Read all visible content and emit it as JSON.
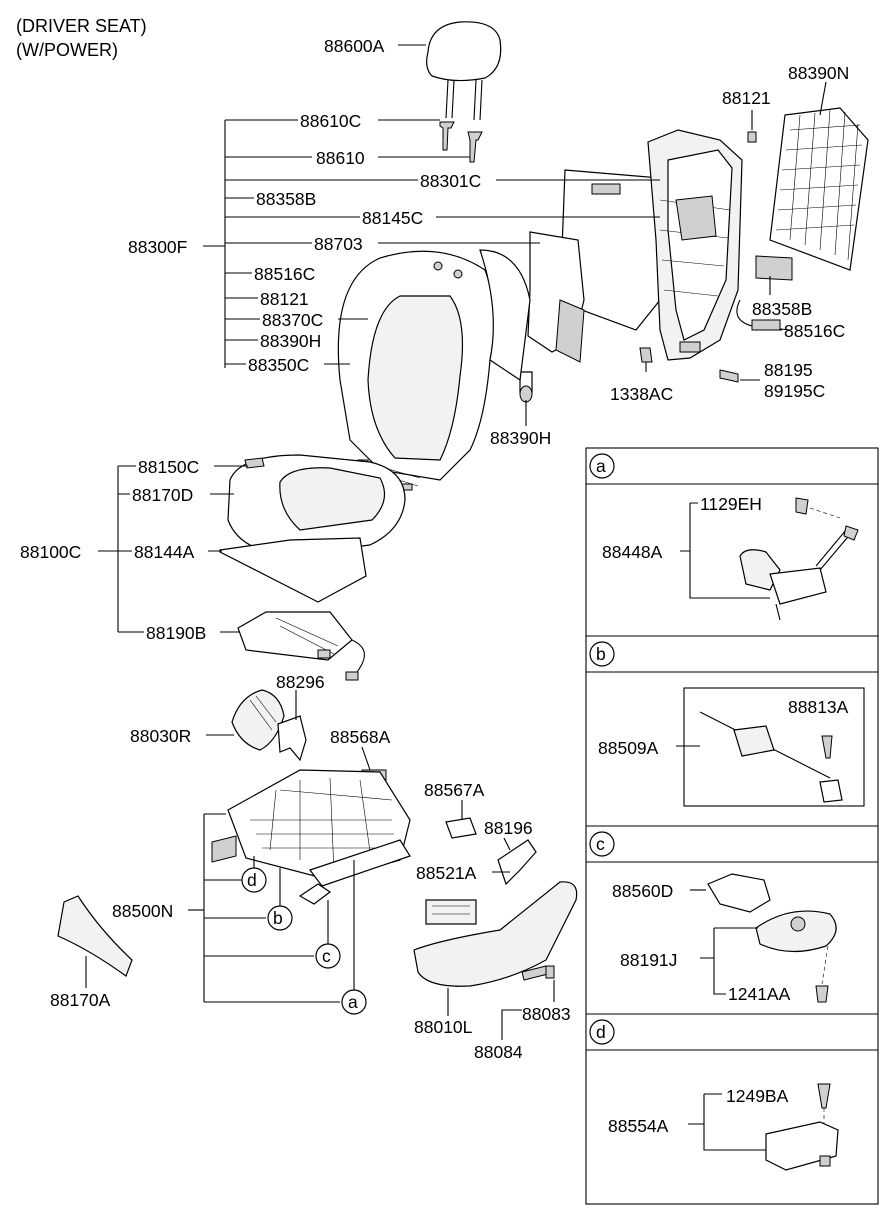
{
  "header": {
    "line1": "(DRIVER SEAT)",
    "line2": "(W/POWER)"
  },
  "labels": {
    "l88600A": "88600A",
    "l88610C": "88610C",
    "l88610": "88610",
    "l88301C": "88301C",
    "l88358B_a": "88358B",
    "l88145C": "88145C",
    "l88300F": "88300F",
    "l88703": "88703",
    "l88516C_a": "88516C",
    "l88121_a": "88121",
    "l88370C": "88370C",
    "l88390H_a": "88390H",
    "l88350C": "88350C",
    "l88390N": "88390N",
    "l88121_b": "88121",
    "l88358B_b": "88358B",
    "l88516C_b": "88516C",
    "l88195": "88195",
    "l89195C": "89195C",
    "l1338AC": "1338AC",
    "l88390H_b": "88390H",
    "l88150C": "88150C",
    "l88170D": "88170D",
    "l88100C": "88100C",
    "l88144A": "88144A",
    "l88190B": "88190B",
    "l88296": "88296",
    "l88030R": "88030R",
    "l88568A": "88568A",
    "l88567A": "88567A",
    "l88196": "88196",
    "l88521A": "88521A",
    "l88500N": "88500N",
    "l88170A": "88170A",
    "l88010L": "88010L",
    "l88084": "88084",
    "l88083": "88083"
  },
  "callouts": {
    "a": "a",
    "b": "b",
    "c": "c",
    "d": "d"
  },
  "panels": {
    "a": {
      "tag": "a",
      "parts": [
        "1129EH",
        "88448A"
      ]
    },
    "b": {
      "tag": "b",
      "parts": [
        "88813A",
        "88509A"
      ]
    },
    "c": {
      "tag": "c",
      "parts": [
        "88560D",
        "88191J",
        "1241AA"
      ]
    },
    "d": {
      "tag": "d",
      "parts": [
        "1249BA",
        "88554A"
      ]
    }
  }
}
